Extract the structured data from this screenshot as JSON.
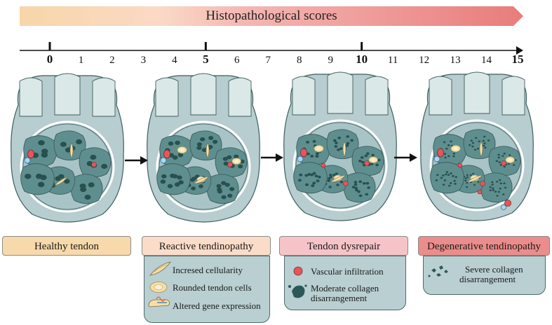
{
  "banner": {
    "title": "Histopathological scores"
  },
  "scale": {
    "ticks": [
      {
        "label": "0",
        "major": true
      },
      {
        "label": "1",
        "major": false
      },
      {
        "label": "2",
        "major": false
      },
      {
        "label": "3",
        "major": false
      },
      {
        "label": "4",
        "major": false
      },
      {
        "label": "5",
        "major": true
      },
      {
        "label": "6",
        "major": false
      },
      {
        "label": "7",
        "major": false
      },
      {
        "label": "8",
        "major": false
      },
      {
        "label": "9",
        "major": false
      },
      {
        "label": "10",
        "major": true
      },
      {
        "label": "11",
        "major": false
      },
      {
        "label": "12",
        "major": false
      },
      {
        "label": "13",
        "major": false
      },
      {
        "label": "14",
        "major": false
      },
      {
        "label": "15",
        "major": true
      }
    ]
  },
  "stages": [
    {
      "label": "Healthy tendon",
      "color": "#f7d9ab"
    },
    {
      "label": "Reactive tendinopathy",
      "color": "#fbdcc8"
    },
    {
      "label": "Tendon dysrepair",
      "color": "#f6c4c8"
    },
    {
      "label": "Degenerative tendinopathy",
      "color": "#eb8d8c"
    }
  ],
  "legends": {
    "reactive": [
      {
        "text": "Incresed cellularity",
        "icon": "spindle-cell-icon"
      },
      {
        "text": "Rounded tendon cells",
        "icon": "rounded-cell-icon"
      },
      {
        "text": "Altered gene expression",
        "icon": "gene-expression-icon"
      }
    ],
    "dysrepair": [
      {
        "text": "Vascular infiltration",
        "icon": "vessel-icon"
      },
      {
        "text": "Moderate collagen",
        "icon": "collagen-moderate-icon"
      },
      {
        "text": "disarrangement",
        "icon": ""
      }
    ],
    "degenerative": [
      {
        "text": "Severe collagen",
        "icon": "collagen-severe-icon"
      },
      {
        "text": "disarrangement",
        "icon": ""
      }
    ]
  },
  "colors": {
    "tissue": "#b7cdcf",
    "fascicle": "#5f8e8f",
    "dark_spot": "#27504f",
    "cell": "#f3dfa8",
    "vessel_red": "#e4565c",
    "vessel_blue": "#a9d8ee",
    "outline": "#3e5e5e"
  }
}
